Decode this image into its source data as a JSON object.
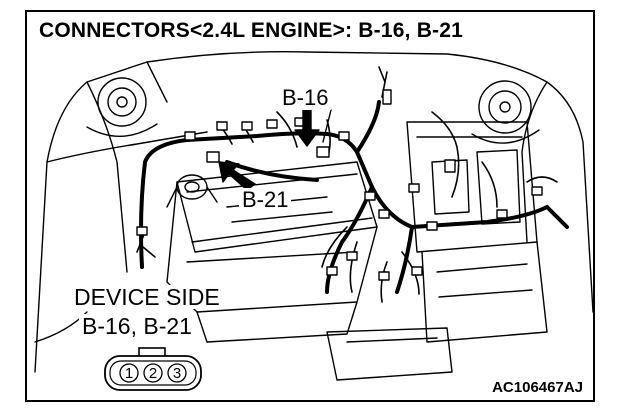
{
  "title": "CONNECTORS<2.4L ENGINE>: B-16, B-21",
  "callouts": {
    "b16": "B-16",
    "b21": "B-21"
  },
  "device": {
    "heading": "DEVICE SIDE",
    "codes": "B-16, B-21"
  },
  "connector_pins": [
    "1",
    "2",
    "3"
  ],
  "figure_code": "AC106467AJ"
}
